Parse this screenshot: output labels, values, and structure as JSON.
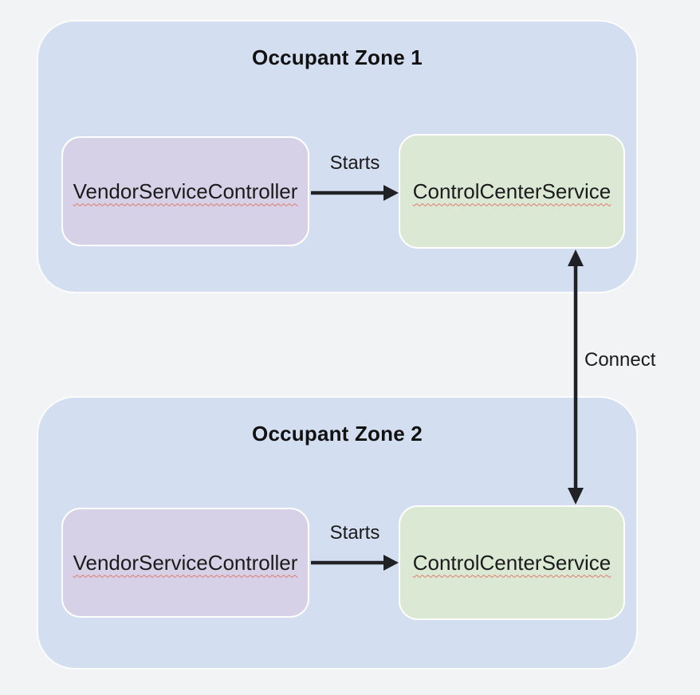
{
  "zones": [
    {
      "title": "Occupant Zone 1",
      "nodes": [
        {
          "label": "VendorServiceController"
        },
        {
          "label": "ControlCenterService"
        }
      ],
      "edge": {
        "label": "Starts"
      }
    },
    {
      "title": "Occupant Zone 2",
      "nodes": [
        {
          "label": "VendorServiceController"
        },
        {
          "label": "ControlCenterService"
        }
      ],
      "edge": {
        "label": "Starts"
      }
    }
  ],
  "connect_edge": {
    "label": "Connect"
  },
  "colors": {
    "canvas_background": "#f1f3f4",
    "zone_fill": "#d3dff0",
    "vendor_node_fill": "#d6d1e6",
    "control_node_fill": "#dae8d4",
    "node_border": "#ffffff",
    "arrow": "#202124",
    "spellcheck_underline": "#e0796b",
    "text": "#1b1b1b"
  }
}
